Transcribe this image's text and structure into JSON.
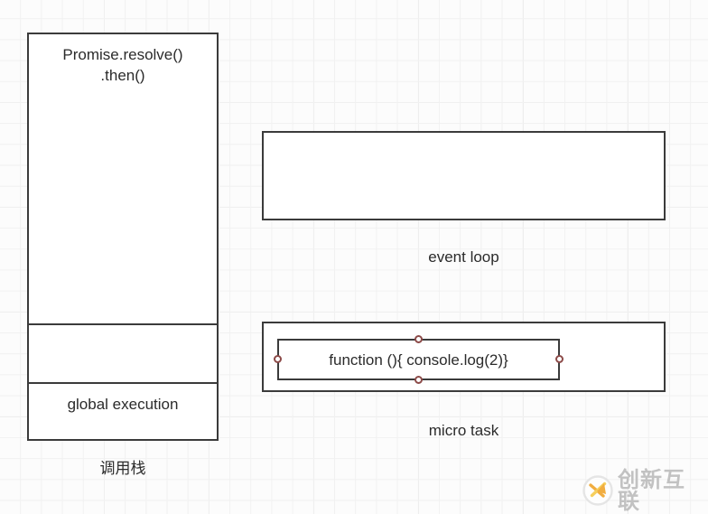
{
  "diagram": {
    "title": "JavaScript event loop / call stack diagram",
    "background_color": "#fcfcfc",
    "grid_color": "#f1f1f1",
    "shape_border_color": "#3b3b3b",
    "shape_fill_color": "#ffffff",
    "handle_color": "#8c4a48",
    "text_color": "#2b2b2b"
  },
  "call_stack": {
    "caption": "调用栈",
    "frames": [
      {
        "label": "",
        "name": "empty-space"
      },
      {
        "label": "Promise.resolve()\n.then()",
        "name": "frame-promise"
      },
      {
        "label": "global execution",
        "name": "frame-global"
      }
    ]
  },
  "event_loop": {
    "caption": "event loop",
    "content": ""
  },
  "micro_task": {
    "caption": "micro task",
    "item": {
      "label": "function (){ console.log(2)}",
      "handles": [
        "top",
        "right",
        "bottom",
        "left"
      ]
    }
  },
  "watermark": {
    "text": "创新互联",
    "icon": "circle-x-logo-icon",
    "icon_colors": {
      "ring": "#e6e6e6",
      "mark": "#f0a020",
      "mark_alt": "#f5c842"
    }
  }
}
